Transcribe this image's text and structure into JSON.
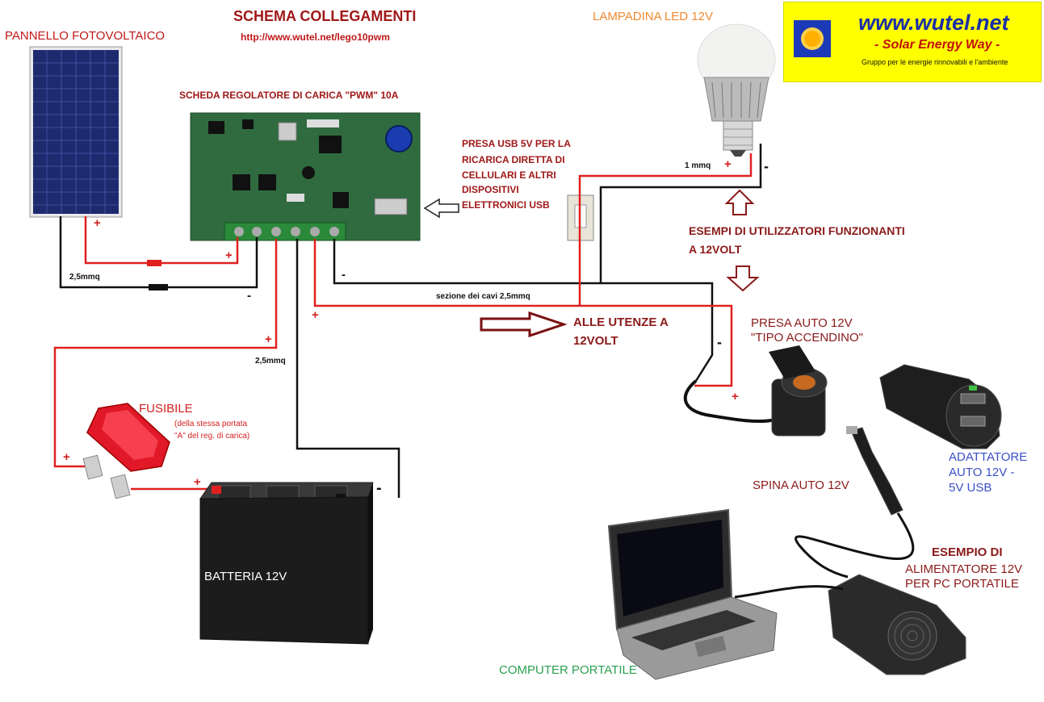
{
  "title": "SCHEMA COLLEGAMENTI",
  "url": "http://www.wutel.net/lego10pwm",
  "logo": {
    "site": "www.wutel.net",
    "tagline": "- Solar Energy Way -",
    "description": "Gruppo per le energie rinnovabili e l'ambiente",
    "bg_color": "#ffff00",
    "text_color": "#1a2ea8"
  },
  "labels": {
    "panel": "PANNELLO FOTOVOLTAICO",
    "regulator": "SCHEDA REGOLATORE DI CARICA \"PWM\" 10A",
    "usb_1": "PRESA USB 5V PER LA",
    "usb_2": "RICARICA DIRETTA DI",
    "usb_3": "CELLULARI E ALTRI",
    "usb_4": "DISPOSITIVI",
    "usb_5": "ELETTRONICI USB",
    "led": "LAMPADINA LED 12V",
    "wire_1mmq": "1 mmq",
    "examples_1": "ESEMPI DI UTILIZZATORI FUNZIONANTI",
    "examples_2": "A 12VOLT",
    "wire_panel": "2,5mmq",
    "wire_section": "sezione dei cavi 2,5mmq",
    "loads_1": "ALLE UTENZE A",
    "loads_2": "12VOLT",
    "wire_battery": "2,5mmq",
    "car_socket_1": "PRESA AUTO 12V",
    "car_socket_2": "\"TIPO ACCENDINO\"",
    "fuse": "FUSIBILE",
    "fuse_note_1": "(della stessa portata",
    "fuse_note_2": "\"A\" del reg. di carica)",
    "adapter_1": "ADATTATORE",
    "adapter_2": "AUTO 12V -",
    "adapter_3": "5V USB",
    "car_plug": "SPINA AUTO 12V",
    "psu_1": "ESEMPIO DI",
    "psu_2": "ALIMENTATORE 12V",
    "psu_3": "PER PC PORTATILE",
    "battery": "BATTERIA 12V",
    "laptop": "COMPUTER PORTATILE"
  },
  "polarity": {
    "plus": "+",
    "minus": "-"
  },
  "colors": {
    "positive_wire": "#e02020",
    "negative_wire": "#111111",
    "arrow": "#7a1010",
    "pcb": "#2f6b3f"
  }
}
